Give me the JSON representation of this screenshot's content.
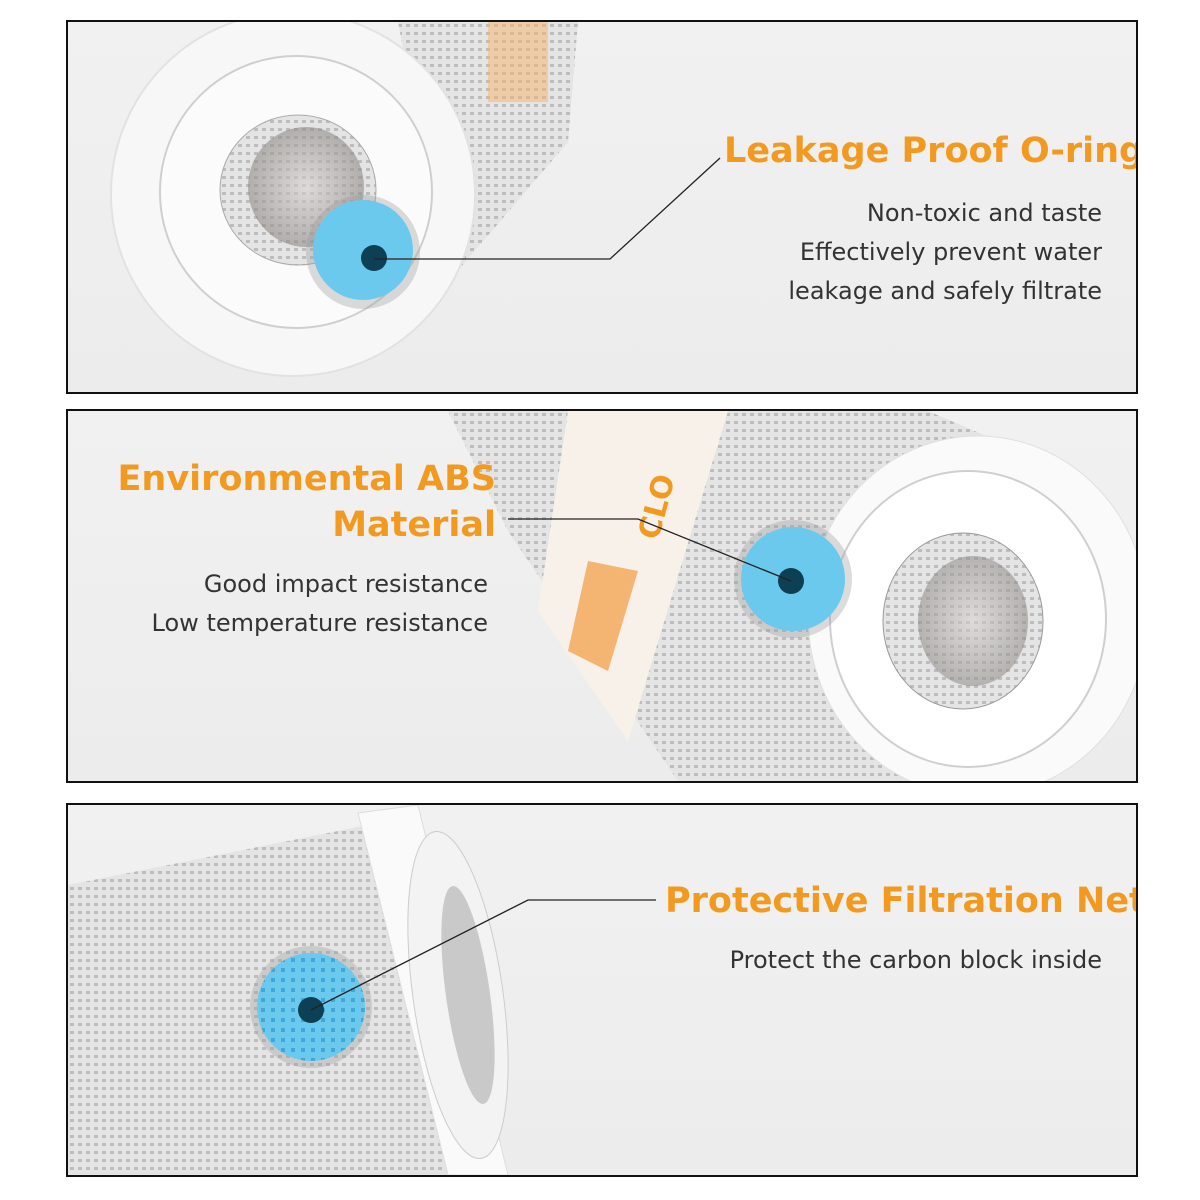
{
  "colors": {
    "accent": "#f29a1f",
    "highlight": "#5cc3ea",
    "dot": "#0d3f55",
    "border": "#111111"
  },
  "panels": [
    {
      "title": "Leakage Proof O-ring",
      "lines": [
        "Non-toxic and taste",
        "Effectively prevent water",
        "leakage and safely filtrate"
      ]
    },
    {
      "title_line1": "Environmental ABS",
      "title_line2": "Material",
      "lines": [
        "Good impact resistance",
        "Low temperature resistance"
      ],
      "label": "CLO"
    },
    {
      "title": "Protective Filtration Net",
      "lines": [
        "Protect the carbon block inside"
      ]
    }
  ]
}
